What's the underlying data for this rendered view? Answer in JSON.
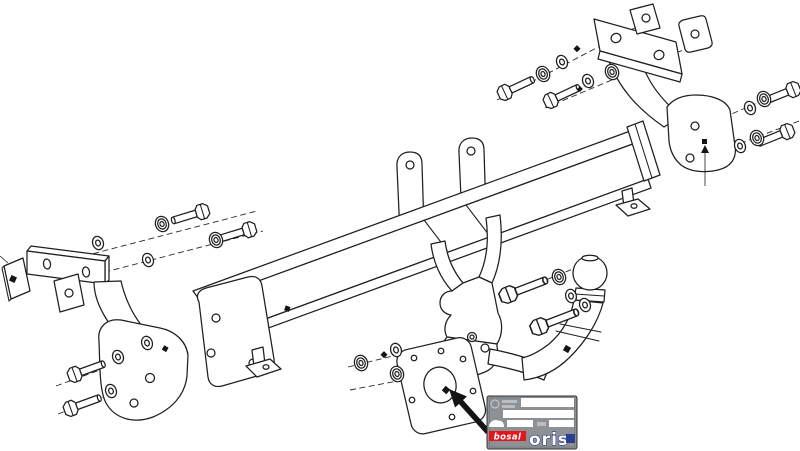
{
  "window": {
    "background_color": "#ffffff"
  },
  "diagram": {
    "kind": "towbar exploded assembly line drawing",
    "line_color": "#1f1f1f"
  },
  "label_plate": {
    "plate_color": "#8d9193",
    "field_color": "#ffffff",
    "badge_text": "bosal",
    "badge_bg_color": "#e2171e",
    "badge_text_color": "#ffffff",
    "wordmark_text": "oris",
    "wordmark_color": "#2a3f8f"
  }
}
